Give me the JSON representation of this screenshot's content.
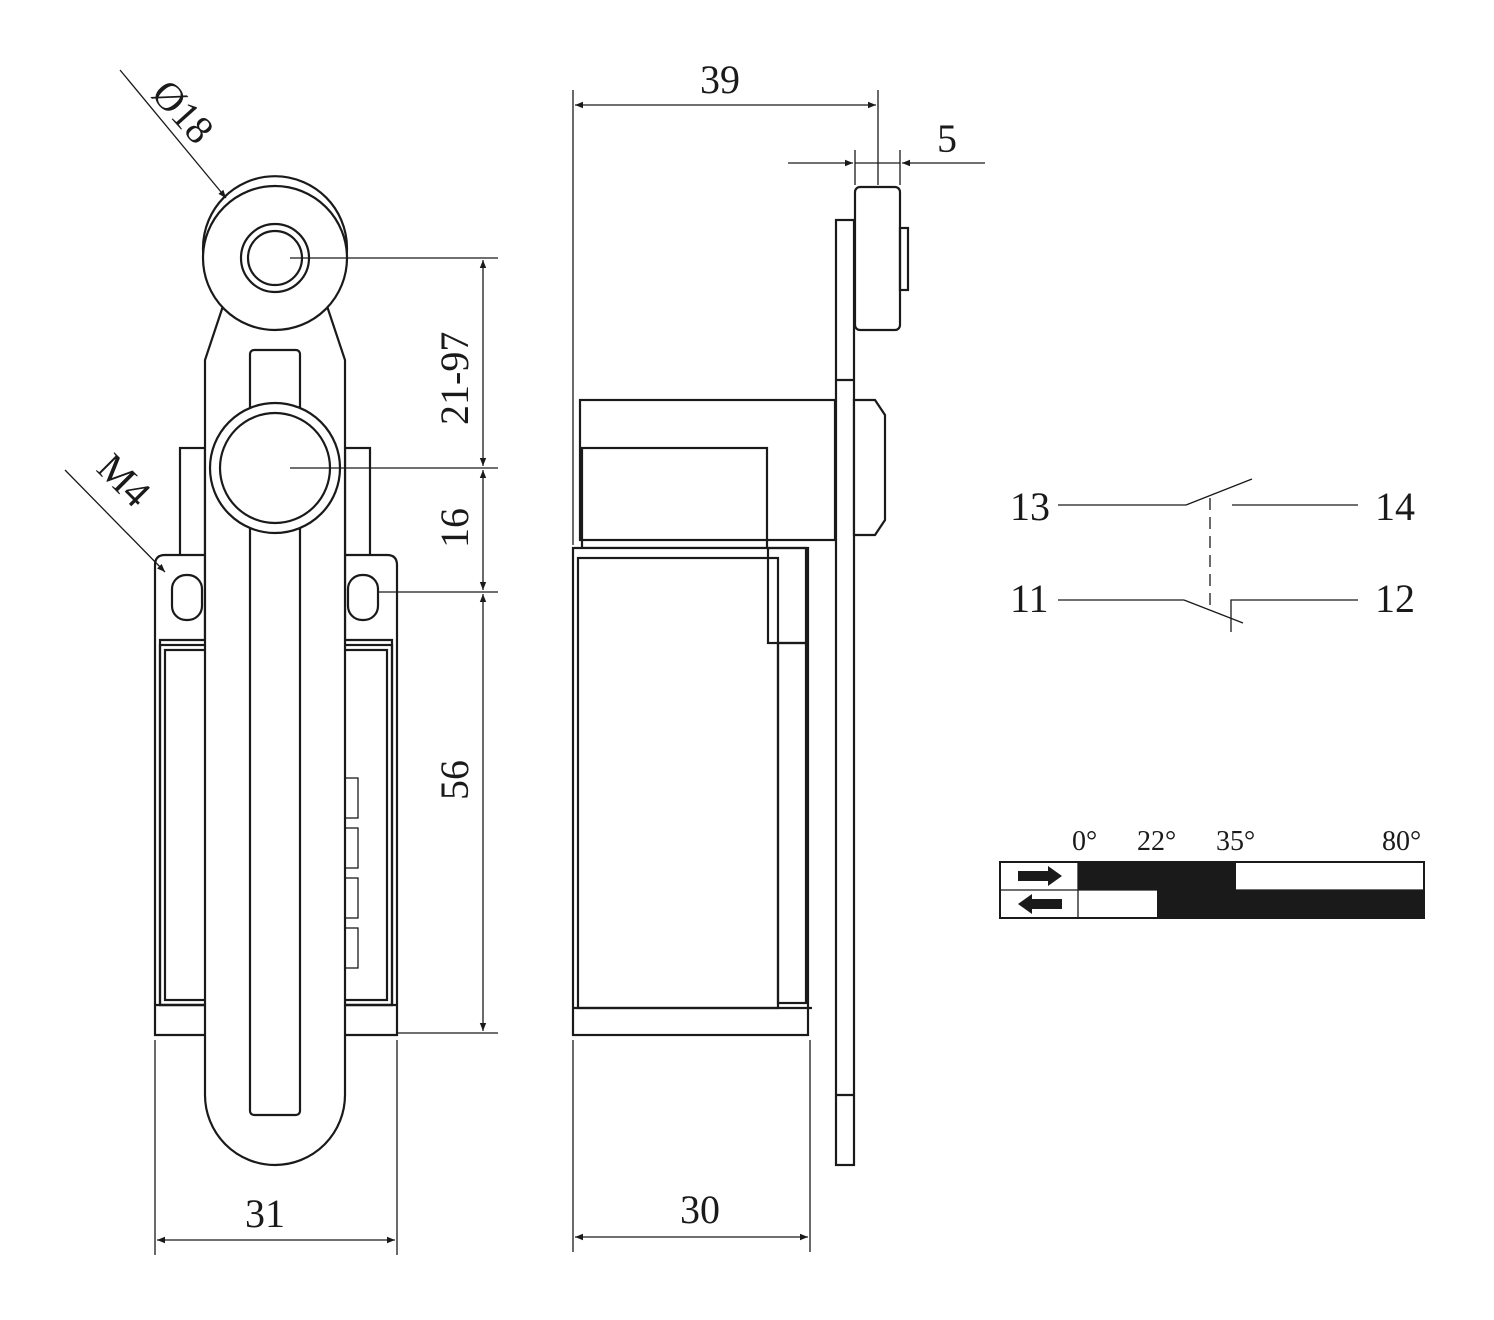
{
  "dimensions": {
    "roller_diameter": "Ø18",
    "mount_thread": "M4",
    "width_front": "31",
    "depth_body": "30",
    "overall_depth": "39",
    "roller_width": "5",
    "lever_length": "21-97",
    "hub_to_mount": "16",
    "body_height": "56"
  },
  "contacts": {
    "no_in": "13",
    "no_out": "14",
    "nc_in": "11",
    "nc_out": "12"
  },
  "travel_diagram": {
    "angles": [
      "0°",
      "22°",
      "35°",
      "80°"
    ],
    "rows": [
      {
        "direction": "forward-arrow",
        "closed_range_deg": [
          0,
          35
        ]
      },
      {
        "direction": "return-arrow",
        "closed_range_deg": [
          22,
          80
        ]
      }
    ],
    "colors": {
      "closed": "#1a1a1a",
      "open": "#ffffff"
    }
  }
}
